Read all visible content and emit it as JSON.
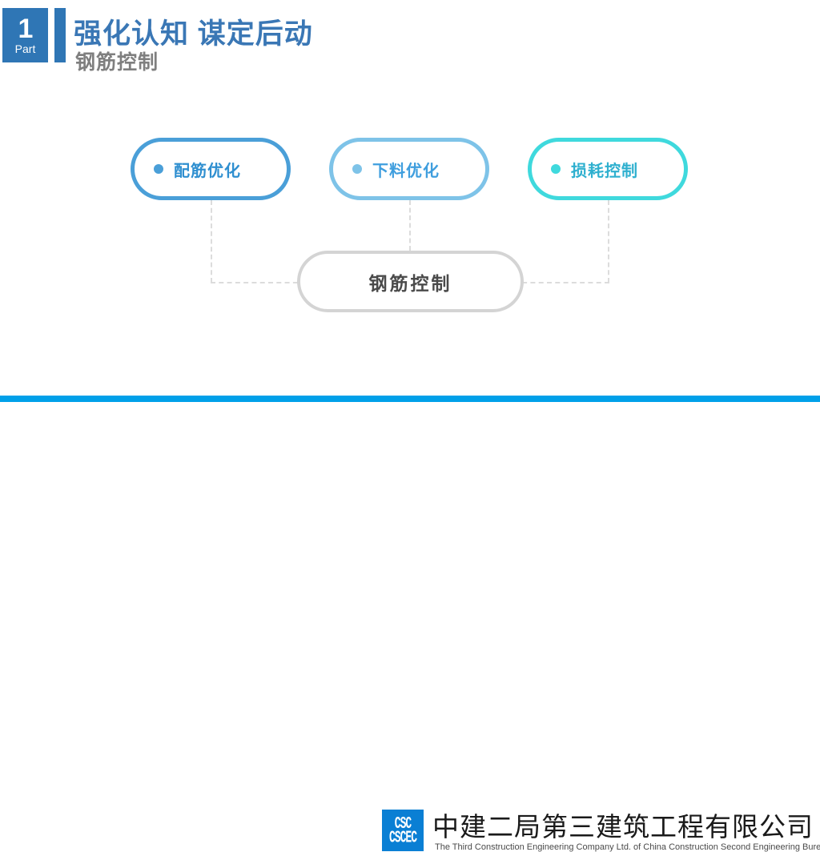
{
  "slide": {
    "background_color": "#ffffff"
  },
  "header": {
    "badge": {
      "number": "1",
      "word": "Part",
      "color": "#2f76b5"
    },
    "rule_color": "#2f76b5",
    "title_main": "强化认知 谋定后动",
    "title_main_color": "#3a77b5",
    "title_sub": "钢筋控制",
    "title_sub_color": "#7f7f7f"
  },
  "diagram": {
    "type": "bracket-grouping",
    "nodes": [
      {
        "label": "配筋优化",
        "border_color": "#4a9fd8",
        "text_color": "#2f8fd0",
        "dot_color": "#4a9fd8"
      },
      {
        "label": "下料优化",
        "border_color": "#7ec3e8",
        "text_color": "#3f9ede",
        "dot_color": "#7ec3e8"
      },
      {
        "label": "损耗控制",
        "border_color": "#3fd9dd",
        "text_color": "#2fb0cf",
        "dot_color": "#3fd9dd"
      }
    ],
    "center": {
      "label": "钢筋控制",
      "border_color": "#d4d4d4",
      "text_color": "#4a4a4a"
    },
    "connector_color": "#dcdcdc",
    "connector_style": "dashed"
  },
  "footer": {
    "bar_color": "#00a0e9",
    "logo": {
      "mark_text_top": "CSC",
      "mark_text_bottom": "CSCEC",
      "background_color": "#0a7fd4"
    },
    "company_cn": "中建二局第三建筑工程有限公司",
    "company_en": "The Third Construction Engineering Company Ltd. of China Construction Second Engineering Bureau."
  }
}
